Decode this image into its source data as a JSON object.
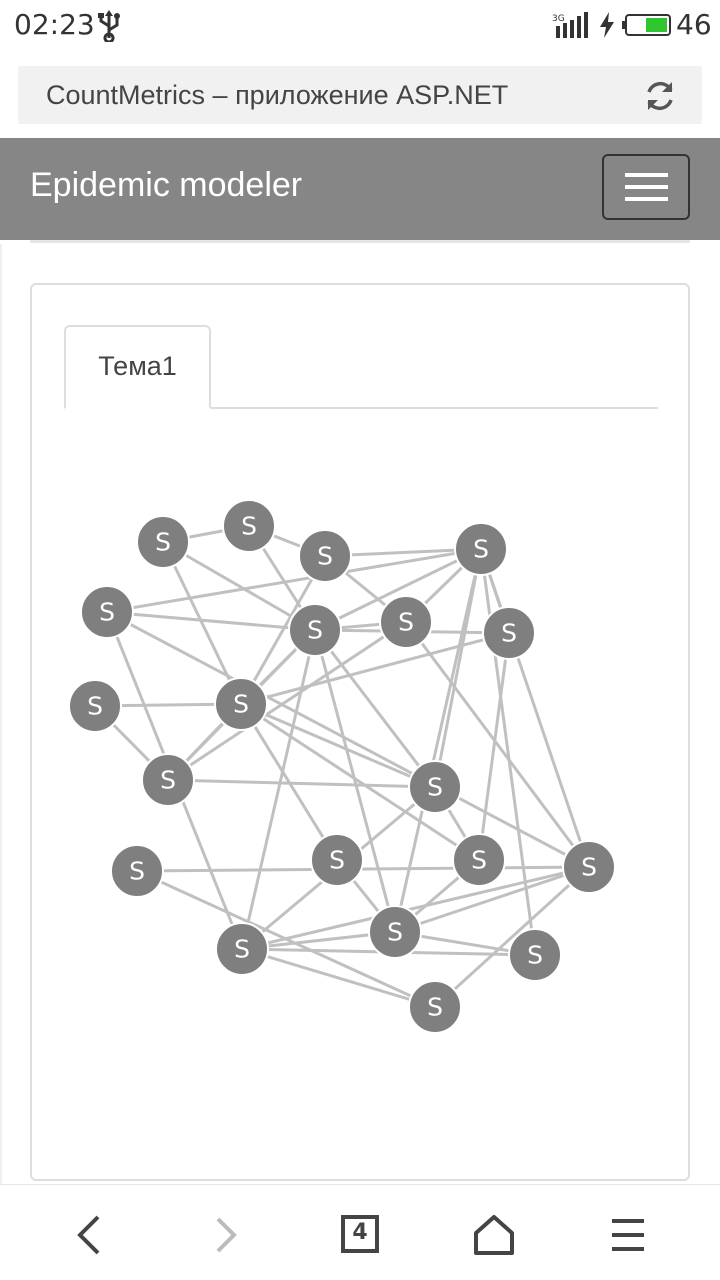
{
  "status_bar": {
    "time": "02:23",
    "battery_level": "46",
    "network": "3G",
    "battery_color": "#2ec52e",
    "icons": [
      "usb-icon",
      "signal-icon",
      "charging-icon",
      "battery-icon"
    ]
  },
  "browser": {
    "page_title": "CountMetrics – приложение ASP.NET",
    "reload_icon": "reload-icon"
  },
  "navbar": {
    "brand": "Epidemic modeler",
    "toggle_icon": "hamburger-menu-icon",
    "background": "#868686"
  },
  "tabs": [
    {
      "label": "Тема1",
      "active": true
    }
  ],
  "graph": {
    "node_color": "#7f7f7f",
    "edge_color": "#c0c0c0",
    "nodes": [
      {
        "id": 0,
        "label": "S"
      },
      {
        "id": 1,
        "label": "S"
      },
      {
        "id": 2,
        "label": "S"
      },
      {
        "id": 3,
        "label": "S"
      },
      {
        "id": 4,
        "label": "S"
      },
      {
        "id": 5,
        "label": "S"
      },
      {
        "id": 6,
        "label": "S"
      },
      {
        "id": 7,
        "label": "S"
      },
      {
        "id": 8,
        "label": "S"
      },
      {
        "id": 9,
        "label": "S"
      },
      {
        "id": 10,
        "label": "S"
      },
      {
        "id": 11,
        "label": "S"
      },
      {
        "id": 12,
        "label": "S"
      },
      {
        "id": 13,
        "label": "S"
      },
      {
        "id": 14,
        "label": "S"
      },
      {
        "id": 15,
        "label": "S"
      },
      {
        "id": 16,
        "label": "S"
      },
      {
        "id": 17,
        "label": "S"
      },
      {
        "id": 18,
        "label": "S"
      },
      {
        "id": 19,
        "label": "S"
      }
    ],
    "edges": [
      [
        0,
        1
      ],
      [
        0,
        5
      ],
      [
        0,
        3
      ],
      [
        1,
        2
      ],
      [
        1,
        3
      ],
      [
        2,
        5
      ],
      [
        2,
        4
      ],
      [
        2,
        10
      ],
      [
        3,
        4
      ],
      [
        3,
        9
      ],
      [
        3,
        5
      ],
      [
        3,
        7
      ],
      [
        3,
        8
      ],
      [
        3,
        10
      ],
      [
        3,
        11
      ],
      [
        3,
        14
      ],
      [
        3,
        16
      ],
      [
        4,
        7
      ],
      [
        4,
        10
      ],
      [
        4,
        15
      ],
      [
        5,
        6
      ],
      [
        5,
        7
      ],
      [
        5,
        9
      ],
      [
        5,
        11
      ],
      [
        5,
        13
      ],
      [
        5,
        12
      ],
      [
        6,
        7
      ],
      [
        7,
        9
      ],
      [
        8,
        10
      ],
      [
        8,
        15
      ],
      [
        8,
        16
      ],
      [
        9,
        10
      ],
      [
        9,
        16
      ],
      [
        9,
        12
      ],
      [
        10,
        11
      ],
      [
        10,
        14
      ],
      [
        10,
        15
      ],
      [
        10,
        17
      ],
      [
        11,
        12
      ],
      [
        12,
        14
      ],
      [
        13,
        14
      ],
      [
        14,
        15
      ],
      [
        14,
        16
      ],
      [
        14,
        17
      ],
      [
        15,
        16
      ],
      [
        15,
        18
      ],
      [
        15,
        19
      ],
      [
        16,
        17
      ],
      [
        16,
        18
      ],
      [
        18,
        19
      ]
    ]
  },
  "bottom_toolbar": {
    "tabs_count": "4",
    "buttons": [
      "back-icon",
      "forward-icon",
      "tabs-icon",
      "home-icon",
      "menu-icon"
    ]
  }
}
